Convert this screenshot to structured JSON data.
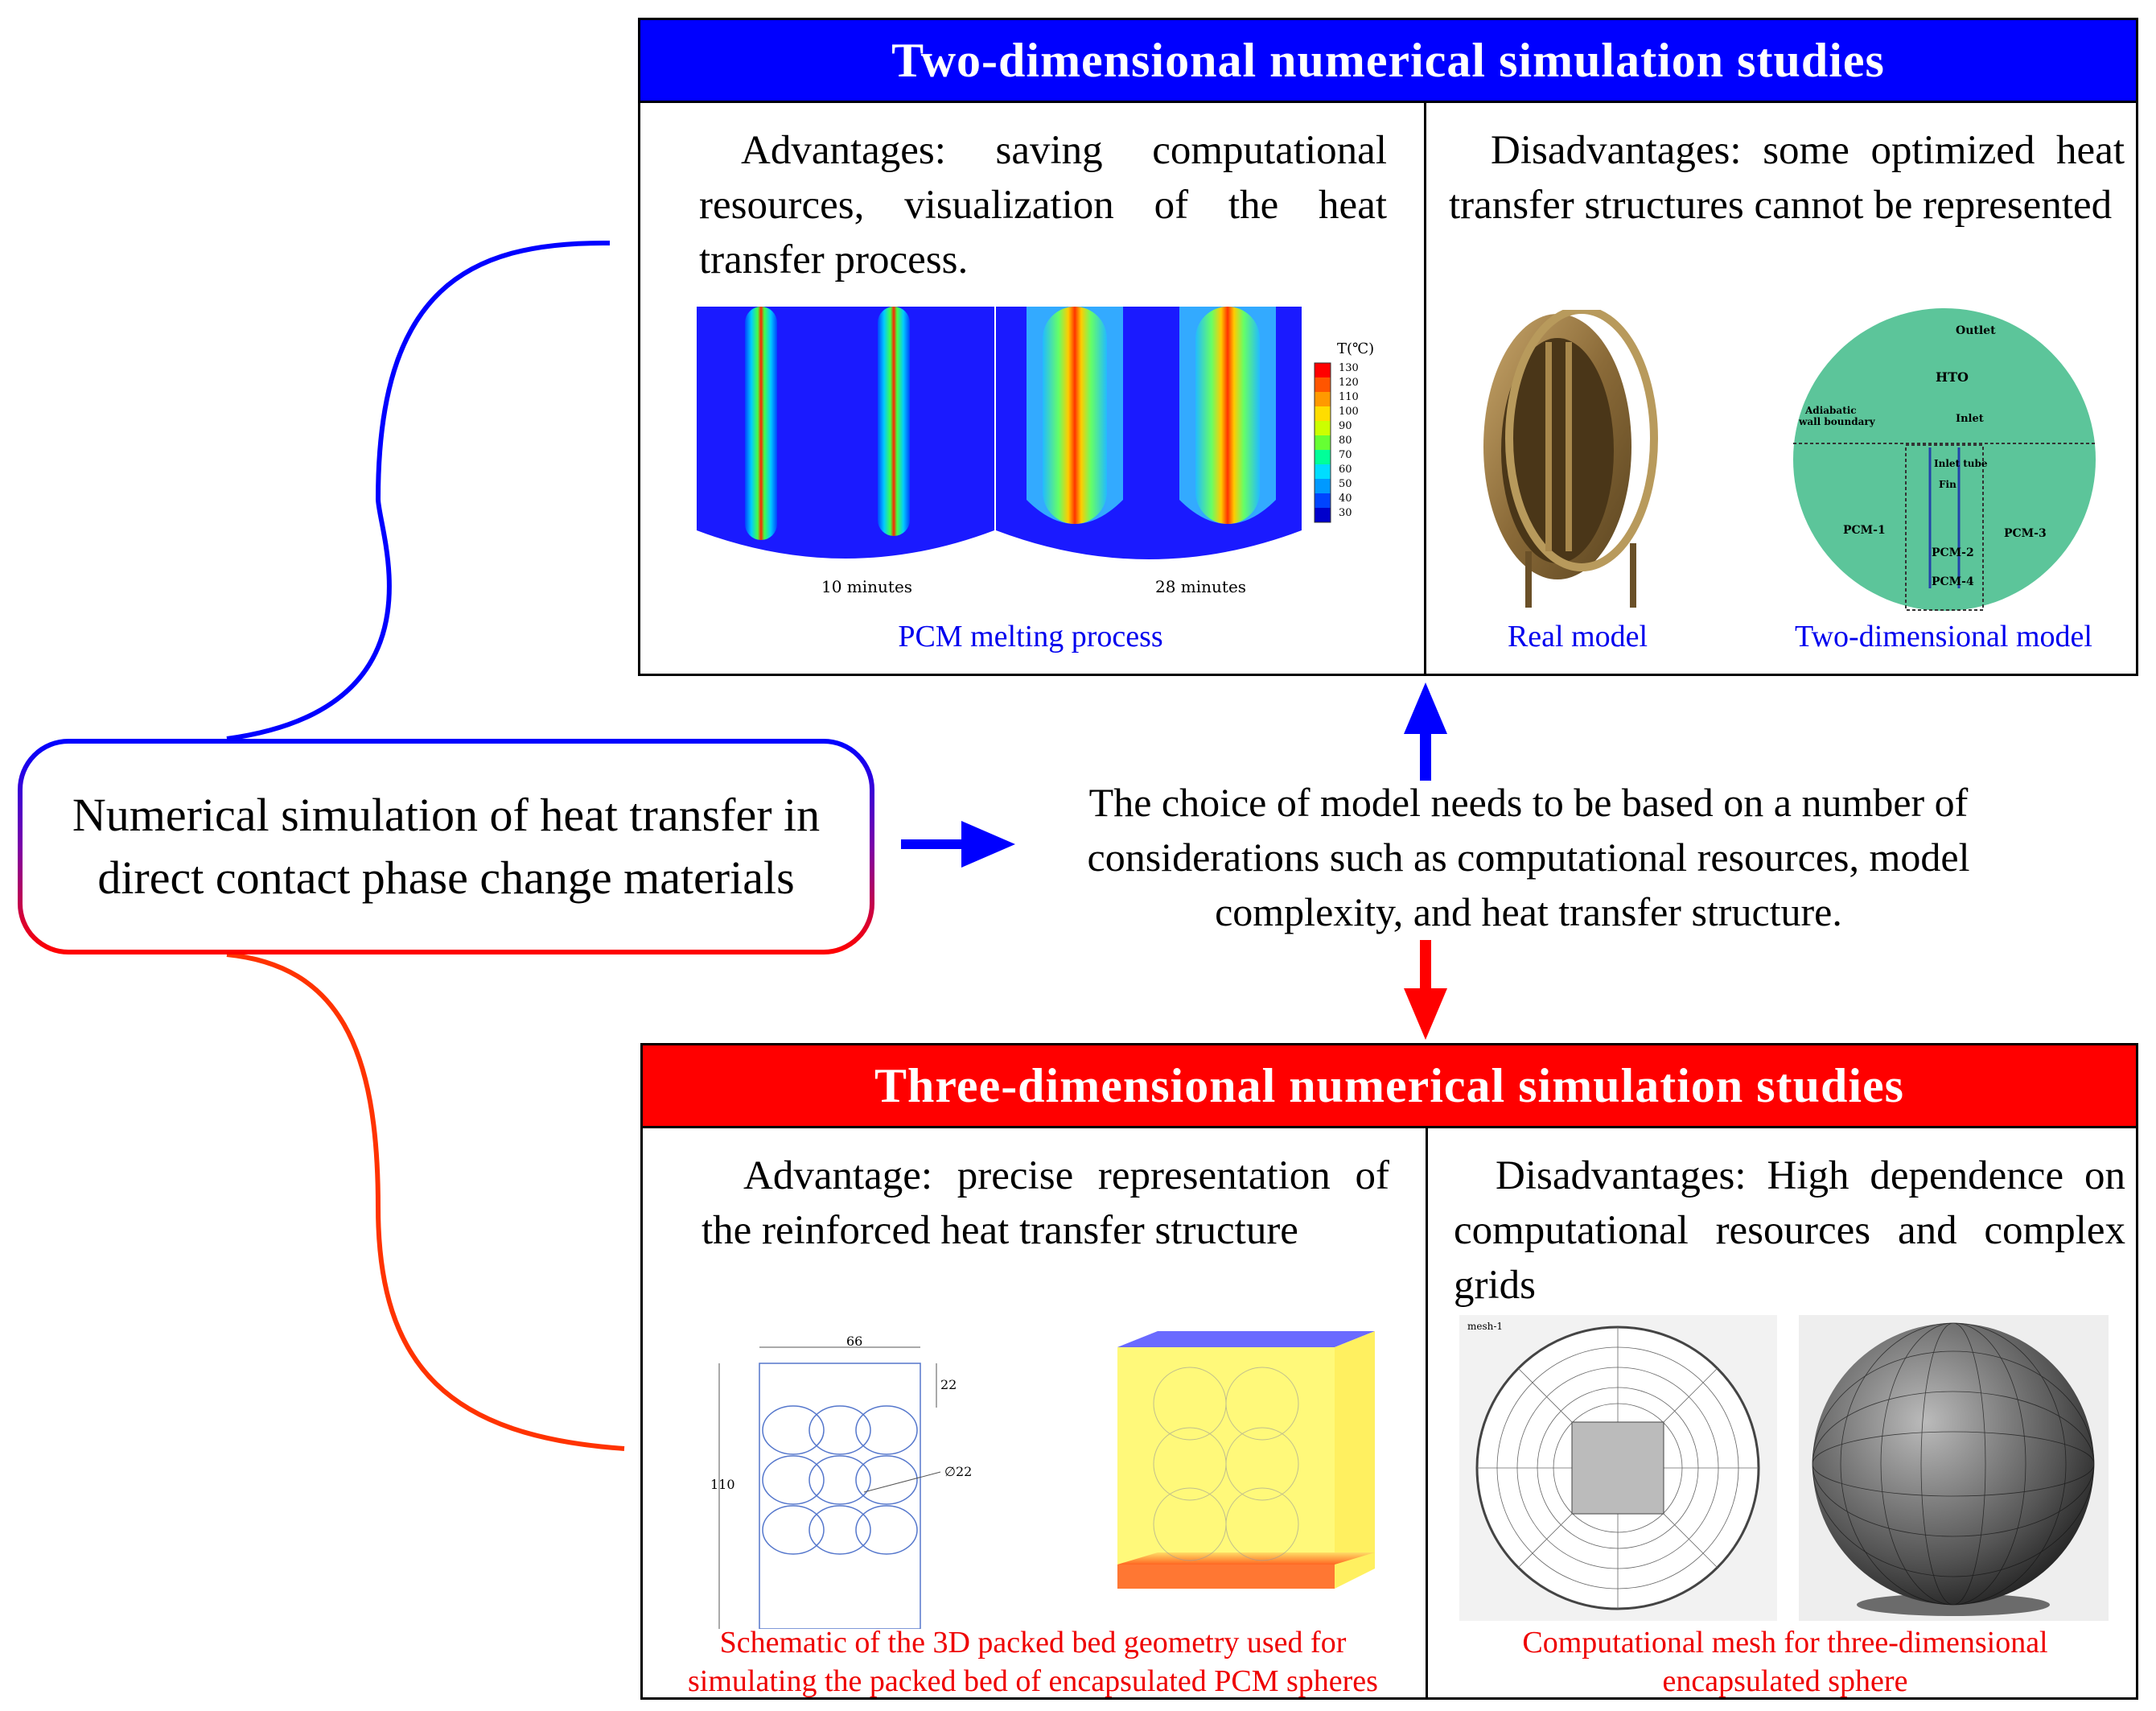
{
  "central_node": {
    "text": "Numerical simulation of heat transfer in direct contact phase change materials"
  },
  "consideration": {
    "text": "The choice of model needs to be based on a number of considerations such as computational resources, model complexity, and heat transfer structure."
  },
  "two_d": {
    "title": "Two-dimensional numerical simulation studies",
    "advantages": "Advantages: saving computational resources, visualization of the heat transfer process.",
    "disadvantages": "Disadvantages: some optimized heat transfer structures cannot be represented",
    "melting_caption": "PCM melting process",
    "time_label_1": "10 minutes",
    "time_label_2": "28 minutes",
    "legend_title": "T(℃)",
    "legend_ticks": [
      "130",
      "120",
      "110",
      "100",
      "90",
      "80",
      "70",
      "60",
      "50",
      "40",
      "30"
    ],
    "real_model_caption": "Real model",
    "two_d_model_caption": "Two-dimensional model",
    "model_labels": {
      "outlet": "Outlet",
      "hto": "HTO",
      "adiabatic": "Adiabatic",
      "wall_boundary": "wall boundary",
      "inlet": "Inlet",
      "inlet_tube": "Inlet tube",
      "fin": "Fin",
      "pcm1": "PCM-1",
      "pcm2": "PCM-2",
      "pcm3": "PCM-3",
      "pcm4": "PCM-4"
    }
  },
  "three_d": {
    "title": "Three-dimensional numerical simulation studies",
    "advantage": "Advantage: precise representation of the reinforced heat transfer structure",
    "disadvantages": "Disadvantages: High dependence on computational resources and complex grids",
    "packed_bed_caption_1": "Schematic of the 3D packed bed geometry used for",
    "packed_bed_caption_2": "simulating the packed bed of encapsulated PCM spheres",
    "mesh_caption_1": "Computational mesh for three-dimensional",
    "mesh_caption_2": "encapsulated sphere",
    "dims": {
      "width": "66",
      "height": "110",
      "gap": "22",
      "diameter": "∅22"
    },
    "mesh_tag": "mesh-1"
  },
  "colors": {
    "blue": "#0000ff",
    "red": "#ff0000",
    "orange_red": "#ff3300",
    "caption_blue": "#0000ee",
    "caption_red": "#ee0000"
  },
  "icons": [
    "arrow-right-icon",
    "arrow-up-icon",
    "arrow-down-icon"
  ]
}
